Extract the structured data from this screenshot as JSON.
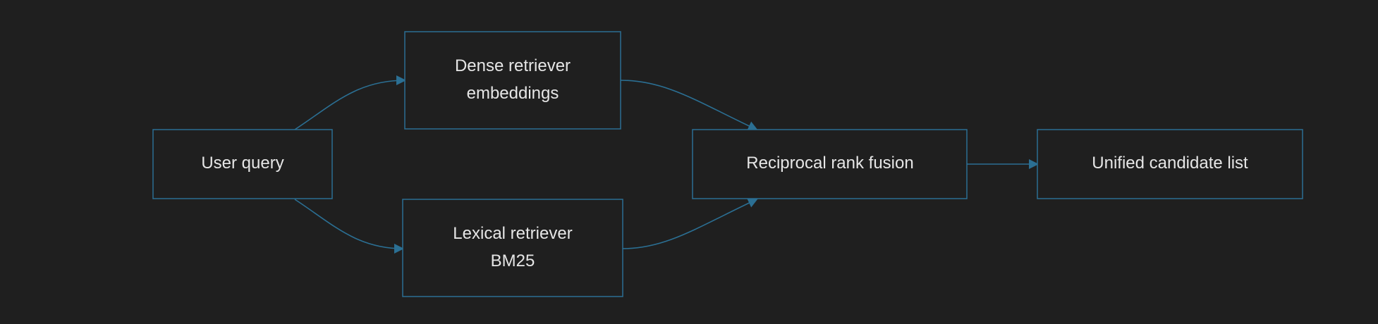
{
  "diagram": {
    "nodes": {
      "user_query": {
        "lines": [
          "User query"
        ]
      },
      "dense_retriever": {
        "lines": [
          "Dense retriever",
          "embeddings"
        ]
      },
      "lexical_retriever": {
        "lines": [
          "Lexical retriever",
          "BM25"
        ]
      },
      "rank_fusion": {
        "lines": [
          "Reciprocal rank fusion"
        ]
      },
      "candidate_list": {
        "lines": [
          "Unified candidate list"
        ]
      }
    },
    "edges": [
      {
        "from": "user_query",
        "to": "dense_retriever"
      },
      {
        "from": "user_query",
        "to": "lexical_retriever"
      },
      {
        "from": "dense_retriever",
        "to": "rank_fusion"
      },
      {
        "from": "lexical_retriever",
        "to": "rank_fusion"
      },
      {
        "from": "rank_fusion",
        "to": "candidate_list"
      }
    ],
    "colors": {
      "background": "#1f1f1f",
      "stroke": "#2b6f93",
      "text": "#e6e6e6"
    }
  }
}
